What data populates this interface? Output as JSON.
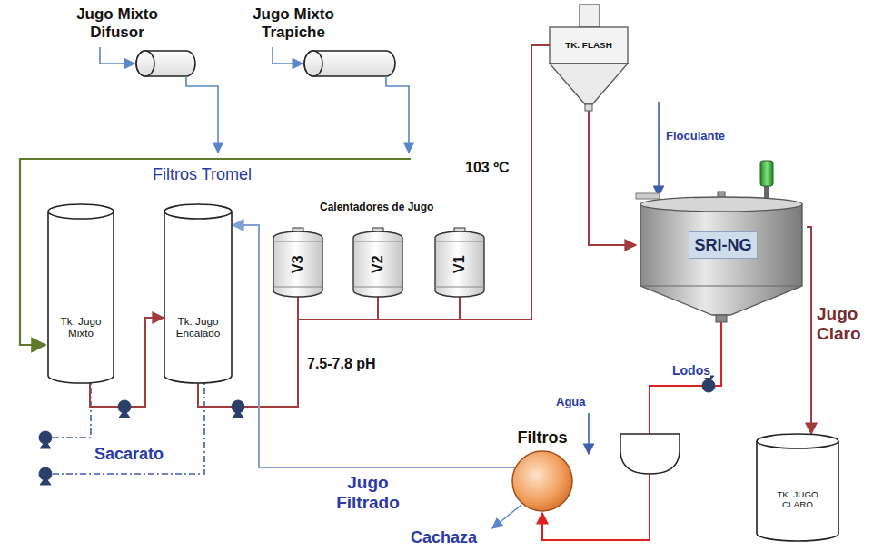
{
  "diagram": {
    "nodes": [
      {
        "text": [
          "Tk. Jugo Mixto"
        ]
      },
      {
        "text": [
          "Tk. Jugo Encalado"
        ]
      },
      {
        "text": [
          "V3"
        ]
      },
      {
        "text": [
          "V2"
        ]
      },
      {
        "text": [
          "V1"
        ]
      },
      {
        "text": [
          "TK. FLASH"
        ]
      },
      {
        "text": [
          "SRI-NG"
        ]
      },
      {
        "text": [
          "Filtros"
        ]
      },
      {
        "text": [
          "TK. JUGO CLARO"
        ]
      }
    ],
    "edges": [
      {
        "from": 0,
        "to": 1,
        "arrow": "to"
      },
      {
        "from": 1,
        "to": 2,
        "arrow": "none",
        "label": "7.5-7.8 pH"
      },
      {
        "from": 2,
        "to": 3,
        "arrow": "none"
      },
      {
        "from": 3,
        "to": 4,
        "arrow": "none"
      },
      {
        "from": 4,
        "to": 5,
        "arrow": "none",
        "label": "103 ºC"
      },
      {
        "from": 5,
        "to": 6,
        "arrow": "to"
      },
      {
        "from": 6,
        "to": 8,
        "arrow": "to",
        "label": "Jugo Claro"
      },
      {
        "from": 6,
        "to": 7,
        "arrow": "to",
        "label": "Lodos"
      },
      {
        "from": 7,
        "to": 1,
        "arrow": "to",
        "label": "Jugo Filtrado"
      }
    ],
    "labels": [
      "Jugo Mixto Difusor",
      "Jugo Mixto Trapiche",
      "Filtros Tromel",
      "Calentadores de Jugo",
      "Floculante",
      "Sacarato",
      "Agua",
      "Cachaza"
    ]
  }
}
